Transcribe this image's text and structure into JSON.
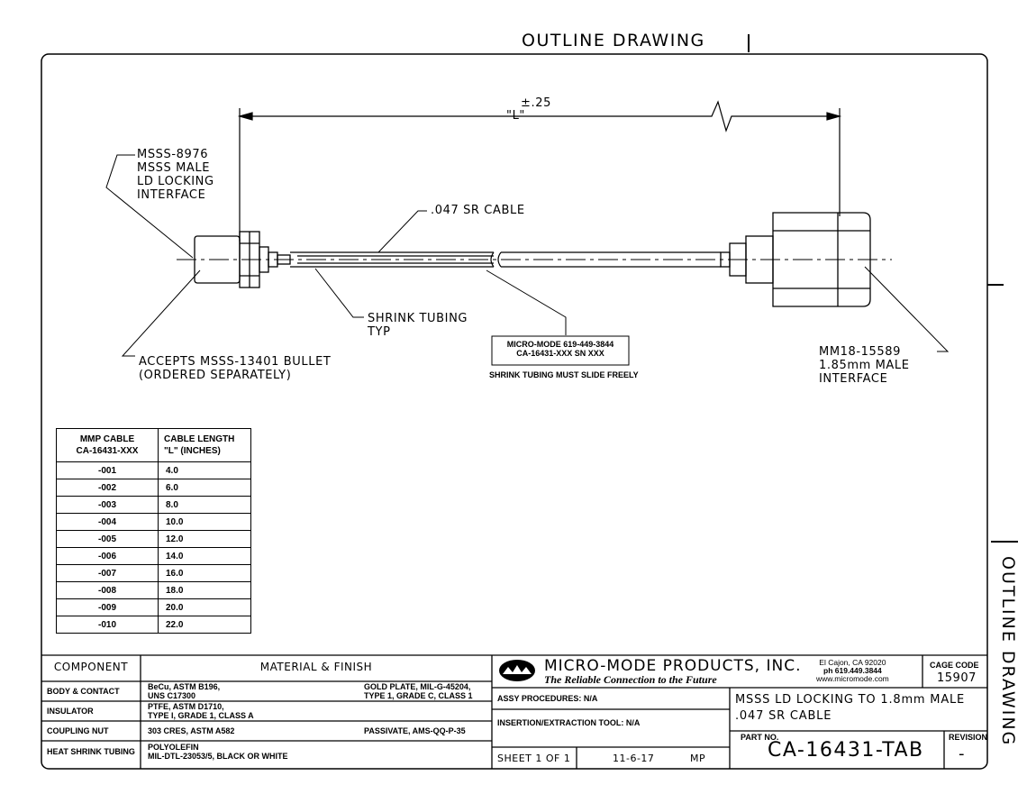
{
  "page_title": "OUTLINE DRAWING",
  "side_title": "OUTLINE DRAWING",
  "dimension": {
    "tolerance": "±.25",
    "label": "\"L\""
  },
  "callouts": {
    "left_connector": [
      "MSSS-8976",
      "MSSS MALE",
      "LD LOCKING",
      "INTERFACE"
    ],
    "cable": ".047 SR CABLE",
    "shrink": [
      "SHRINK TUBING",
      "TYP"
    ],
    "accepts": [
      "ACCEPTS MSSS-13401 BULLET",
      "(ORDERED SEPARATELY)"
    ],
    "right_connector": [
      "MM18-15589",
      "1.85mm MALE",
      "INTERFACE"
    ],
    "marking_box": [
      "MICRO-MODE 619-449-3844",
      "CA-16431-XXX SN XXX"
    ],
    "marking_note": "SHRINK TUBING MUST SLIDE FREELY"
  },
  "length_table": {
    "headers": [
      [
        "MMP CABLE",
        "CA-16431-XXX"
      ],
      [
        "CABLE LENGTH",
        "\"L\" (INCHES)"
      ]
    ],
    "rows": [
      [
        "-001",
        "4.0"
      ],
      [
        "-002",
        "6.0"
      ],
      [
        "-003",
        "8.0"
      ],
      [
        "-004",
        "10.0"
      ],
      [
        "-005",
        "12.0"
      ],
      [
        "-006",
        "14.0"
      ],
      [
        "-007",
        "16.0"
      ],
      [
        "-008",
        "18.0"
      ],
      [
        "-009",
        "20.0"
      ],
      [
        "-010",
        "22.0"
      ]
    ]
  },
  "materials": {
    "header_component": "COMPONENT",
    "header_material": "MATERIAL & FINISH",
    "rows": [
      {
        "component": "BODY & CONTACT",
        "material": [
          "BeCu, ASTM B196,",
          "UNS C17300"
        ],
        "finish": [
          "GOLD PLATE, MIL-G-45204,",
          "TYPE 1, GRADE C, CLASS 1"
        ]
      },
      {
        "component": "INSULATOR",
        "material": [
          "PTFE, ASTM D1710,",
          "TYPE I, GRADE 1, CLASS A"
        ],
        "finish": [
          "",
          ""
        ]
      },
      {
        "component": "COUPLING NUT",
        "material": [
          "303 CRES, ASTM A582",
          ""
        ],
        "finish": [
          "PASSIVATE, AMS-QQ-P-35",
          ""
        ]
      },
      {
        "component": "HEAT SHRINK TUBING",
        "material": [
          "POLYOLEFIN",
          "MIL-DTL-23053/5, BLACK OR WHITE"
        ],
        "finish": [
          "",
          ""
        ]
      }
    ]
  },
  "title_block": {
    "company": "MICRO-MODE PRODUCTS, INC.",
    "tagline": "The Reliable Connection to the Future",
    "address": [
      "El Cajon, CA  92020",
      "ph  619.449.3844",
      "www.micromode.com"
    ],
    "cage_label": "CAGE CODE",
    "cage_code": "15907",
    "assy": "ASSY PROCEDURES: N/A",
    "tool": "INSERTION/EXTRACTION TOOL: N/A",
    "description": [
      "MSSS LD LOCKING TO 1.8mm MALE",
      ".047 SR CABLE"
    ],
    "sheet": "SHEET  1  OF  1",
    "date": "11-6-17",
    "drawn_by": "MP",
    "part_label": "PART NO.",
    "part_no": "CA-16431-TAB",
    "rev_label": "REVISION",
    "revision": "-"
  }
}
